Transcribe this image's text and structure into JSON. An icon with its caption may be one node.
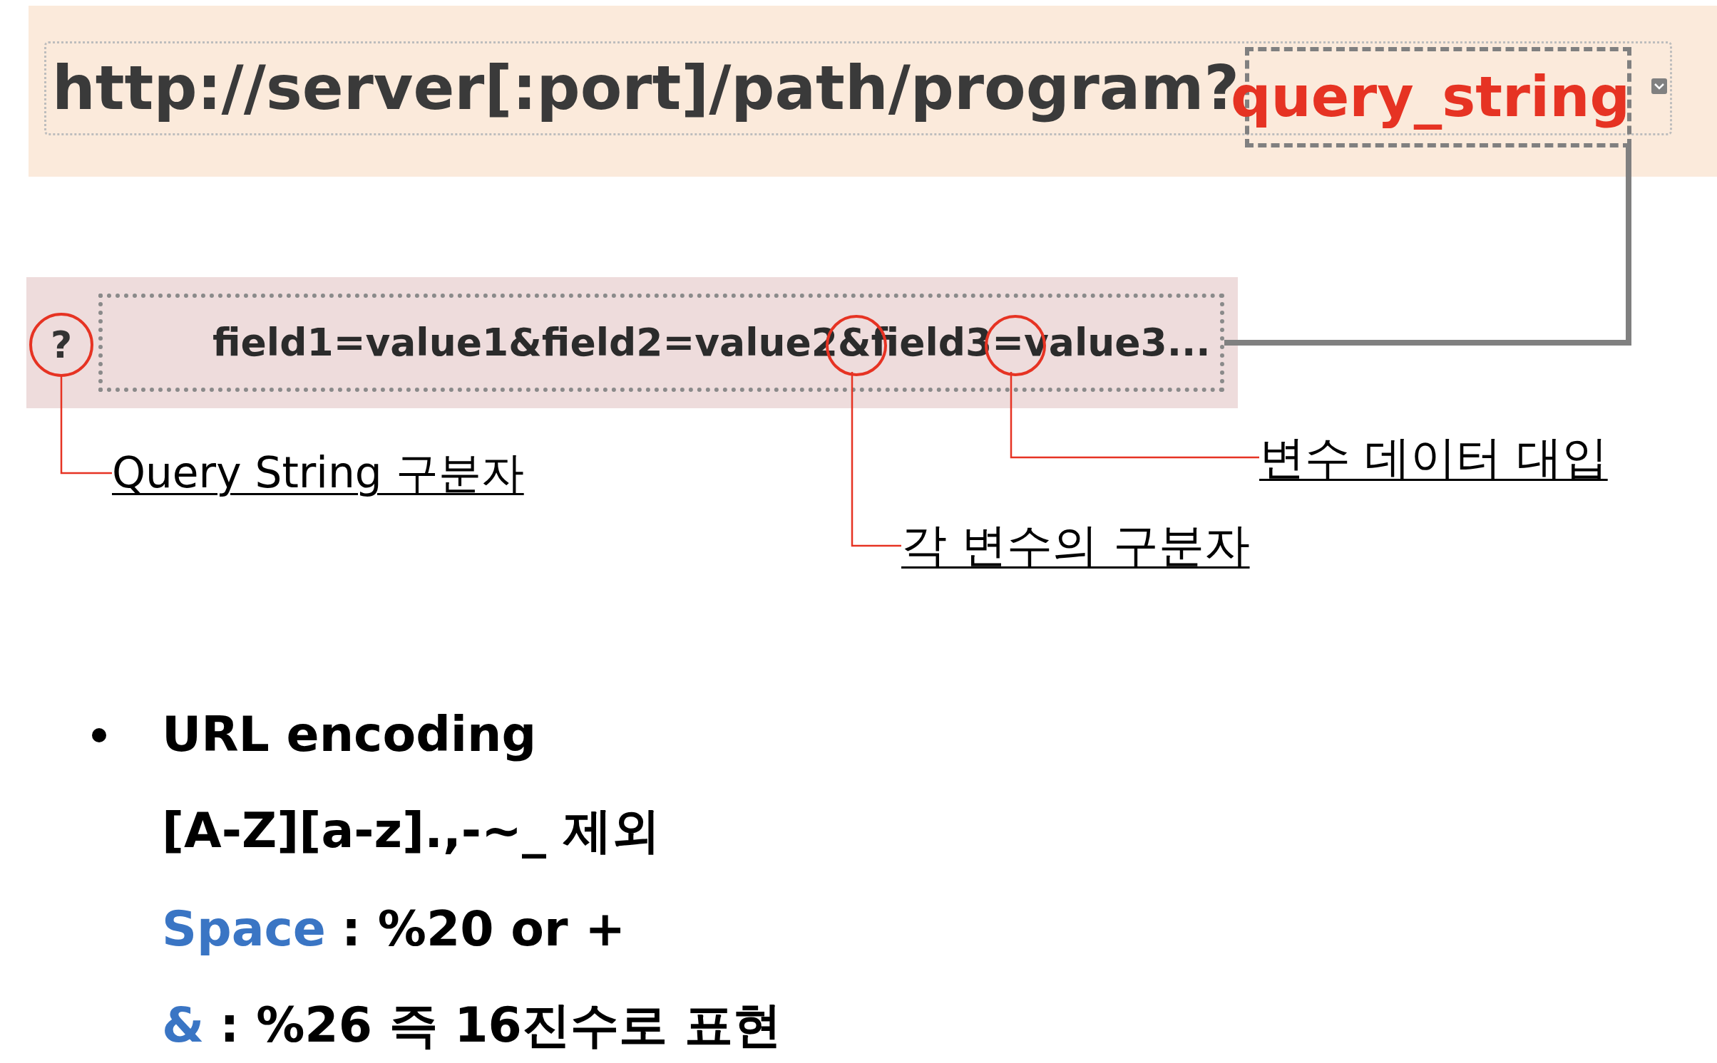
{
  "diagram": {
    "nodes": [
      {
        "text": [
          "http://server[:port]/path/program?"
        ]
      },
      {
        "text": [
          "query_string"
        ]
      },
      {
        "text": [
          "?"
        ]
      },
      {
        "text": [
          "field1=value1&field2=value2&field3=value3..."
        ]
      },
      {
        "text": [],
        "shape": "circle",
        "in": 3
      },
      {
        "text": [],
        "shape": "circle",
        "in": 3
      },
      {
        "text": [
          "Query String 구분자"
        ]
      },
      {
        "text": [
          "각 변수의 구분자"
        ]
      },
      {
        "text": [
          "변수 데이터 대입"
        ]
      }
    ],
    "edges": [
      {
        "from": 1,
        "to": 3,
        "arrow": "none",
        "style": "thick",
        "color": "#808080"
      },
      {
        "from": 6,
        "to": 2,
        "arrow": "none"
      },
      {
        "from": 7,
        "to": 4,
        "arrow": "none"
      },
      {
        "from": 8,
        "to": 5,
        "arrow": "none"
      }
    ],
    "labels": [
      "URL encoding",
      "[A-Z][a-z].,-~_ 제외",
      "Space",
      ": %20 or +",
      "&",
      ": %26 즉 16진수로 표현"
    ]
  }
}
